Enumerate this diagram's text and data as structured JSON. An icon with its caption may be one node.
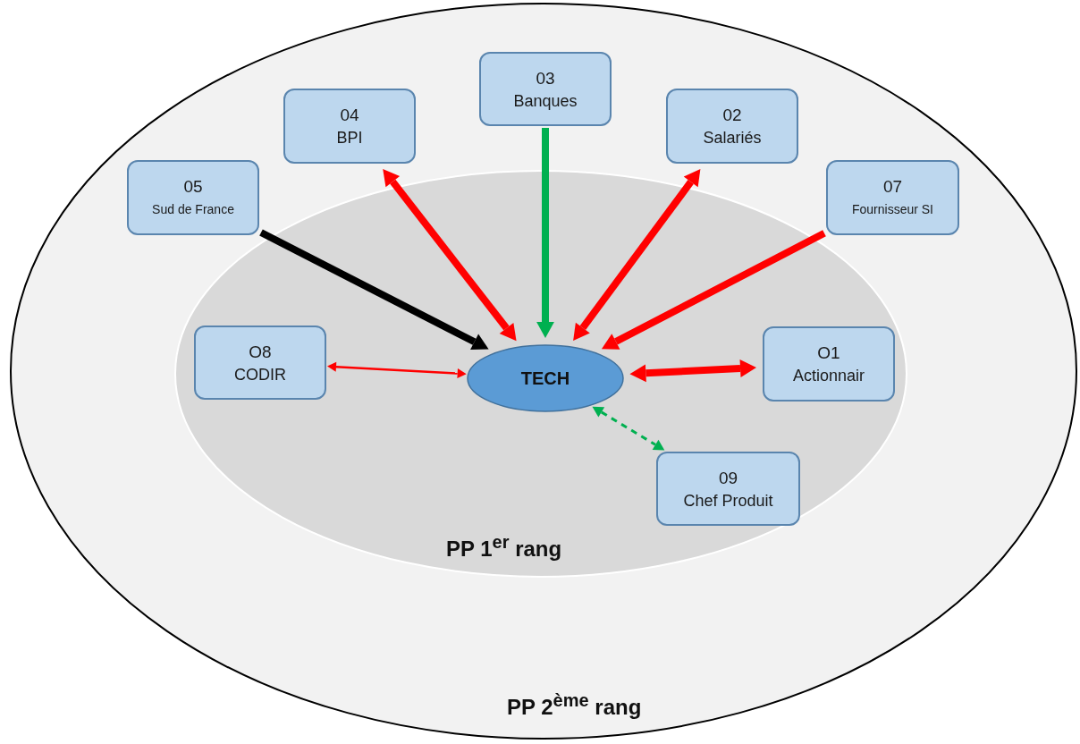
{
  "diagram": {
    "nodes": [
      {
        "text": [
          "PP 2$^{ème}$ rang"
        ]
      },
      {
        "text": [
          "PP 1$^{er}$ rang"
        ],
        "in": 0
      },
      {
        "text": [
          "03",
          "Banques"
        ],
        "in": 0
      },
      {
        "text": [
          "04",
          "BPI"
        ],
        "in": 0
      },
      {
        "text": [
          "02",
          "Salariés"
        ],
        "in": 0
      },
      {
        "text": [
          "05",
          "Sud de France"
        ],
        "in": 0
      },
      {
        "text": [
          "07",
          "Fournisseur SI"
        ],
        "in": 0
      },
      {
        "text": [
          "O8",
          "CODIR"
        ],
        "in": 1
      },
      {
        "text": [
          "TECH"
        ],
        "in": 1
      },
      {
        "text": [
          "O1",
          "Actionnair"
        ],
        "in": 1
      },
      {
        "text": [
          "09",
          "Chef Produit"
        ],
        "in": 1
      }
    ],
    "edges": [
      {
        "from": 5,
        "to": 8,
        "arrow": "to",
        "color": "#000000"
      },
      {
        "from": 8,
        "to": 3,
        "arrow": "both"
      },
      {
        "from": 2,
        "to": 8,
        "arrow": "to",
        "color": "#00b050"
      },
      {
        "from": 8,
        "to": 4,
        "arrow": "both"
      },
      {
        "from": 6,
        "to": 8,
        "arrow": "to"
      },
      {
        "from": 7,
        "to": 8,
        "arrow": "both"
      },
      {
        "from": 8,
        "to": 9,
        "arrow": "both"
      },
      {
        "from": 8,
        "to": 10,
        "arrow": "both",
        "style": "dashed",
        "color": "#00b050"
      }
    ]
  }
}
